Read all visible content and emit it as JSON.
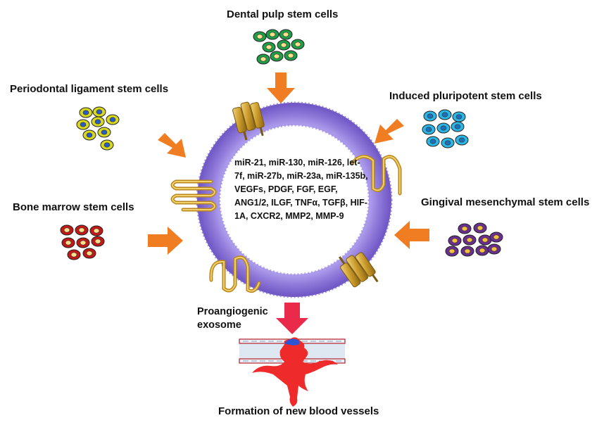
{
  "sources": {
    "dental_pulp": "Dental pulp stem cells",
    "periodontal": "Periodontal ligament stem cells",
    "induced_pluripotent": "Induced pluripotent stem cells",
    "bone_marrow": "Bone marrow stem cells",
    "gingival": "Gingival mesenchymal stem cells"
  },
  "exosome_cargo": "miR-21, miR-130, miR-126, let-7f, miR-27b, miR-23a, miR-135b, VEGFs, PDGF, FGF, EGF, ANG1/2, ILGF, TNFα, TGFβ, HIF-1A, CXCR2, MMP2, MMP-9",
  "exosome_label": "Proangiogenic exosome",
  "outcome": "Formation of new blood vessels",
  "colors": {
    "dental_pulp": "#1f9e4a",
    "periodontal": "#d8d81e",
    "induced_pluripotent": "#2bb6e6",
    "bone_marrow": "#c41818",
    "gingival": "#6a2f8f",
    "arrow": "#f07d22",
    "exosome": "#8e78d8",
    "vessel": "#ee2a2a"
  }
}
